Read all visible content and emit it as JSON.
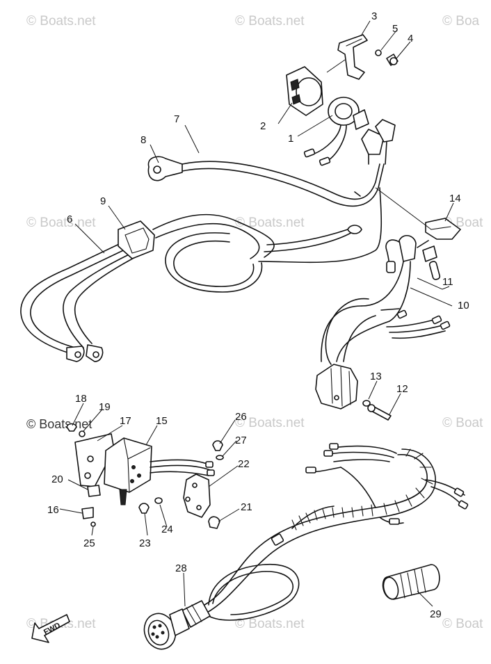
{
  "watermark": {
    "text": "© Boats.net",
    "partial_text": "© Boat",
    "edge_text": "© Boa"
  },
  "fwd_label": "FWD",
  "callouts": [
    {
      "n": "1"
    },
    {
      "n": "2"
    },
    {
      "n": "3"
    },
    {
      "n": "4"
    },
    {
      "n": "5"
    },
    {
      "n": "6"
    },
    {
      "n": "7"
    },
    {
      "n": "8"
    },
    {
      "n": "9"
    },
    {
      "n": "10"
    },
    {
      "n": "11"
    },
    {
      "n": "12"
    },
    {
      "n": "13"
    },
    {
      "n": "14"
    },
    {
      "n": "15"
    },
    {
      "n": "16"
    },
    {
      "n": "17"
    },
    {
      "n": "18"
    },
    {
      "n": "19"
    },
    {
      "n": "20"
    },
    {
      "n": "21"
    },
    {
      "n": "22"
    },
    {
      "n": "23"
    },
    {
      "n": "24"
    },
    {
      "n": "25"
    },
    {
      "n": "26"
    },
    {
      "n": "27"
    },
    {
      "n": "28"
    },
    {
      "n": "29"
    }
  ]
}
